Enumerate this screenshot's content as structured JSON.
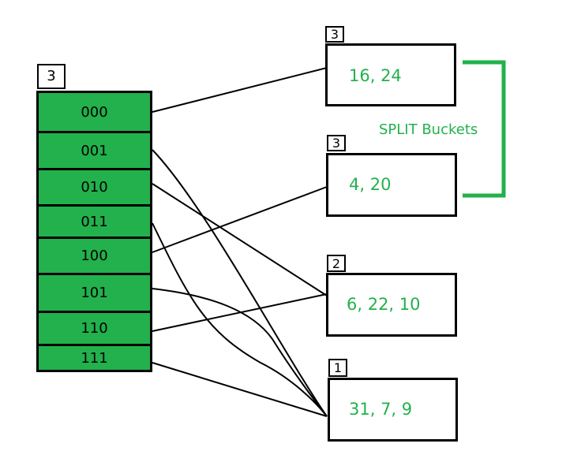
{
  "directory": {
    "global_depth": "3",
    "entries": [
      "000",
      "001",
      "010",
      "011",
      "100",
      "101",
      "110",
      "111"
    ]
  },
  "buckets": [
    {
      "local_depth": "3",
      "values": "16, 24"
    },
    {
      "local_depth": "3",
      "values": "4, 20"
    },
    {
      "local_depth": "2",
      "values": "6, 22, 10"
    },
    {
      "local_depth": "1",
      "values": "31, 7, 9"
    }
  ],
  "split_label": "SPLIT Buckets",
  "colors": {
    "accent": "#22b14c",
    "stroke": "#000000"
  }
}
